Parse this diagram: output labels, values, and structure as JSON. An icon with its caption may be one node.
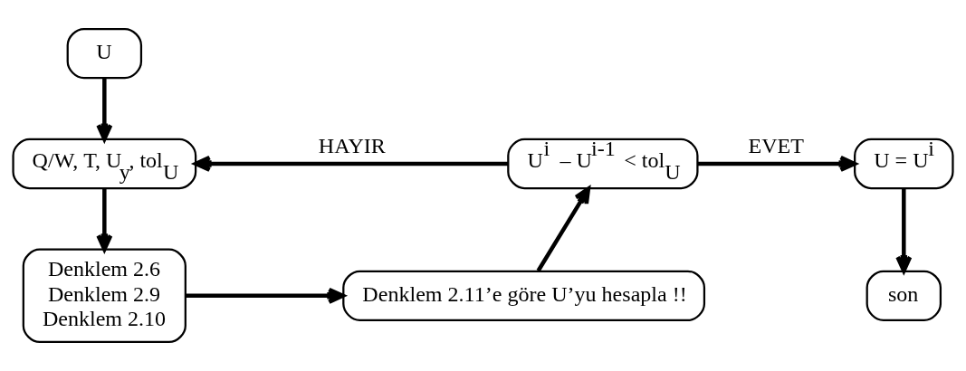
{
  "diagram": {
    "nodes": [
      {
        "text": [
          "U"
        ]
      },
      {
        "text": [
          "Q/W, T, U$_{y}$, tol$_{U}$"
        ]
      },
      {
        "text": [
          "Denklem 2.6",
          "Denklem 2.9",
          "Denklem 2.10"
        ]
      },
      {
        "text": [
          "Denklem 2.11’e göre U’yu hesapla !!"
        ]
      },
      {
        "text": [
          "U$^{i}$ – U$^{i-1}$ < tol$_{U}$"
        ]
      },
      {
        "text": [
          "U = U$^{i}$"
        ]
      },
      {
        "text": [
          "son"
        ]
      }
    ],
    "edges": [
      {
        "from": 0,
        "to": 1,
        "arrow": "to"
      },
      {
        "from": 1,
        "to": 2,
        "arrow": "to"
      },
      {
        "from": 2,
        "to": 3,
        "arrow": "to"
      },
      {
        "from": 3,
        "to": 4,
        "arrow": "to"
      },
      {
        "from": 4,
        "to": 1,
        "arrow": "to",
        "label": "HAYIR"
      },
      {
        "from": 4,
        "to": 5,
        "arrow": "to",
        "label": "EVET"
      },
      {
        "from": 5,
        "to": 6,
        "arrow": "to"
      }
    ]
  }
}
